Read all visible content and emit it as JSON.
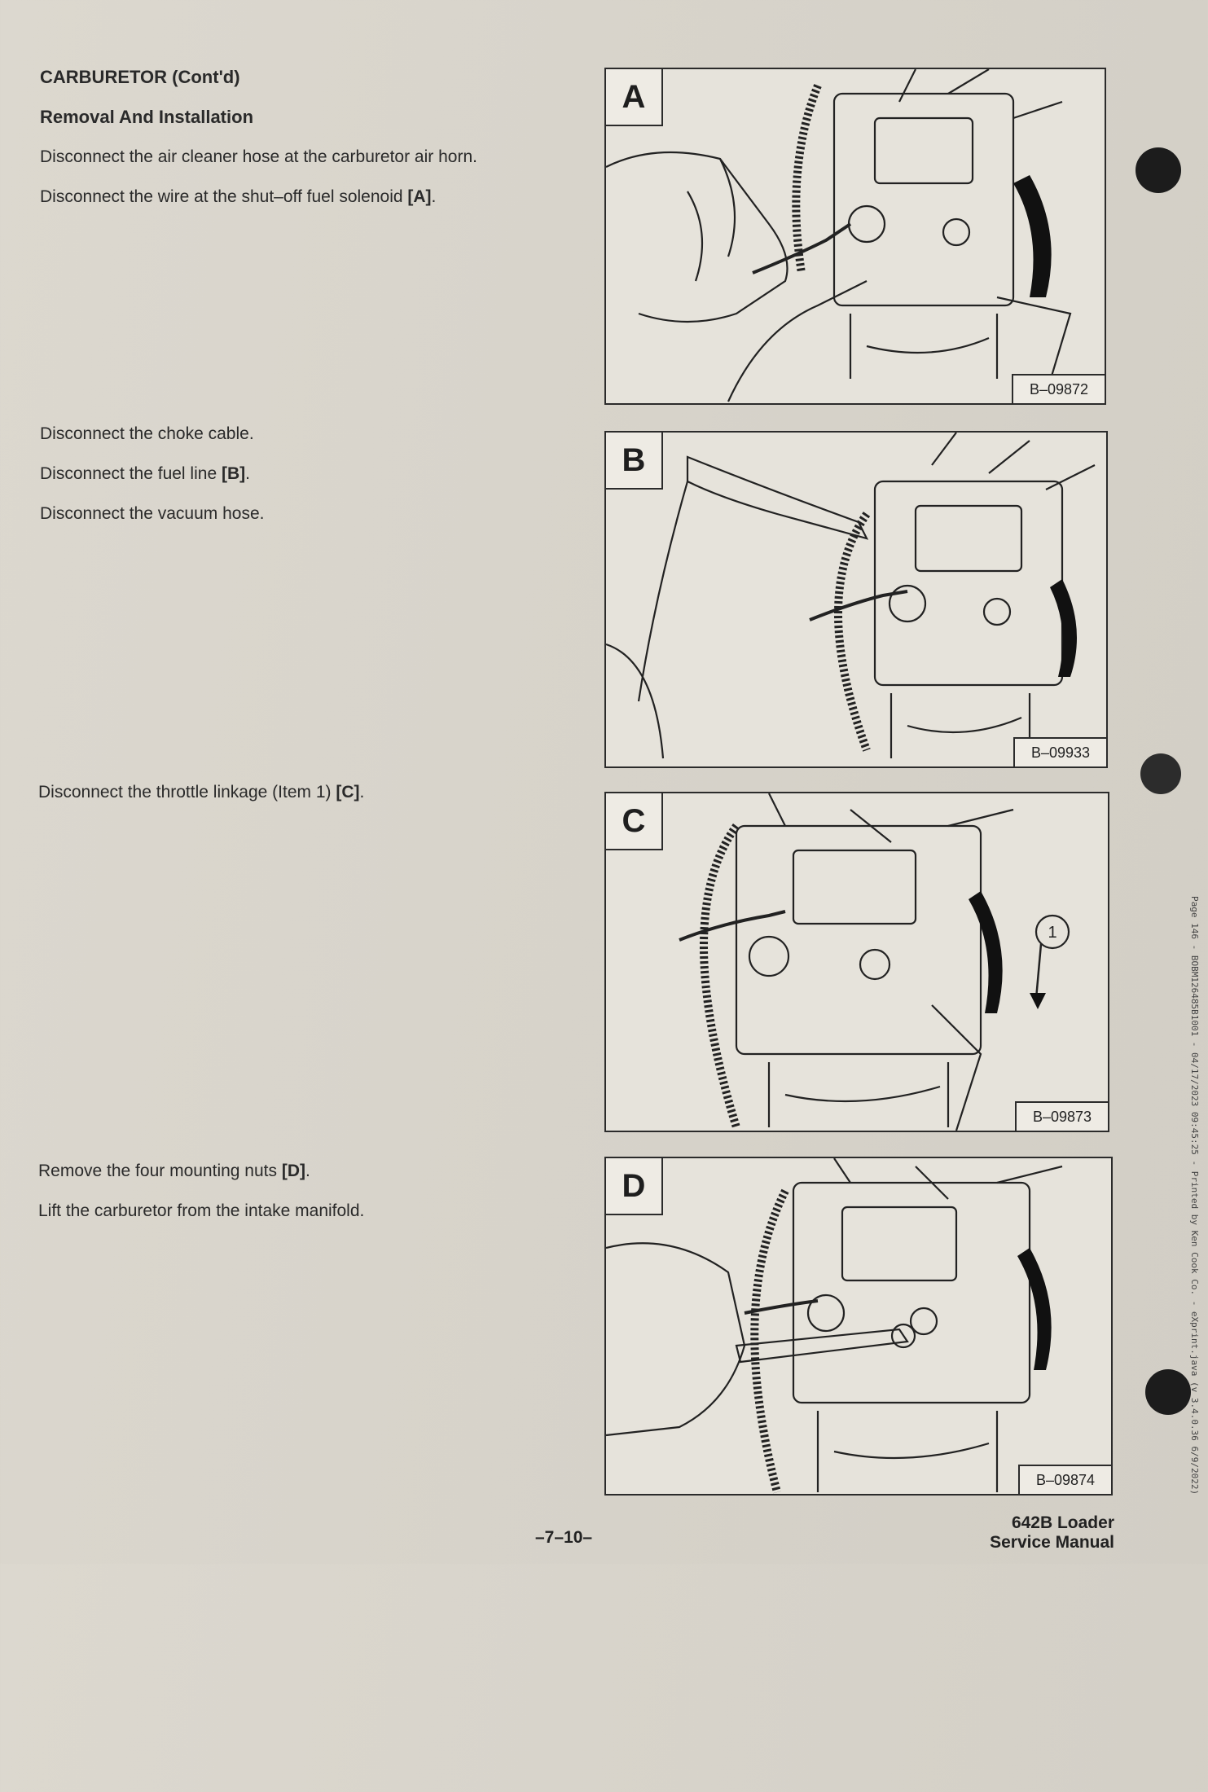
{
  "section_heading": "CARBURETOR (Cont'd)",
  "subheading": "Removal And Installation",
  "steps_a": [
    {
      "text": "Disconnect the air cleaner hose at the carburetor air horn.",
      "ref": ""
    },
    {
      "text": "Disconnect the wire at the shut–off fuel solenoid ",
      "ref": "[A]",
      "tail": "."
    }
  ],
  "steps_b": [
    {
      "text": "Disconnect the choke cable.",
      "ref": ""
    },
    {
      "text": "Disconnect the fuel line ",
      "ref": "[B]",
      "tail": "."
    },
    {
      "text": "Disconnect the vacuum hose.",
      "ref": ""
    }
  ],
  "steps_c": [
    {
      "text": "Disconnect the throttle linkage (Item 1) ",
      "ref": "[C]",
      "tail": "."
    }
  ],
  "steps_d": [
    {
      "text": "Remove the four mounting nuts ",
      "ref": "[D]",
      "tail": "."
    },
    {
      "text": "Lift the carburetor from the intake manifold.",
      "ref": ""
    }
  ],
  "figures": [
    {
      "letter": "A",
      "code": "B–09872"
    },
    {
      "letter": "B",
      "code": "B–09933"
    },
    {
      "letter": "C",
      "code": "B–09873",
      "callout": "1"
    },
    {
      "letter": "D",
      "code": "B–09874"
    }
  ],
  "side_stamp": "Page 146 - BOBM126485B1001 - 04/17/2023 09:45:25 - Printed by Ken Cook Co. - eXprint.java (v 3.4.0.36 6/9/2022)",
  "footer": {
    "page_number": "–7–10–",
    "title_line1": "642B Loader",
    "title_line2": "Service Manual"
  }
}
